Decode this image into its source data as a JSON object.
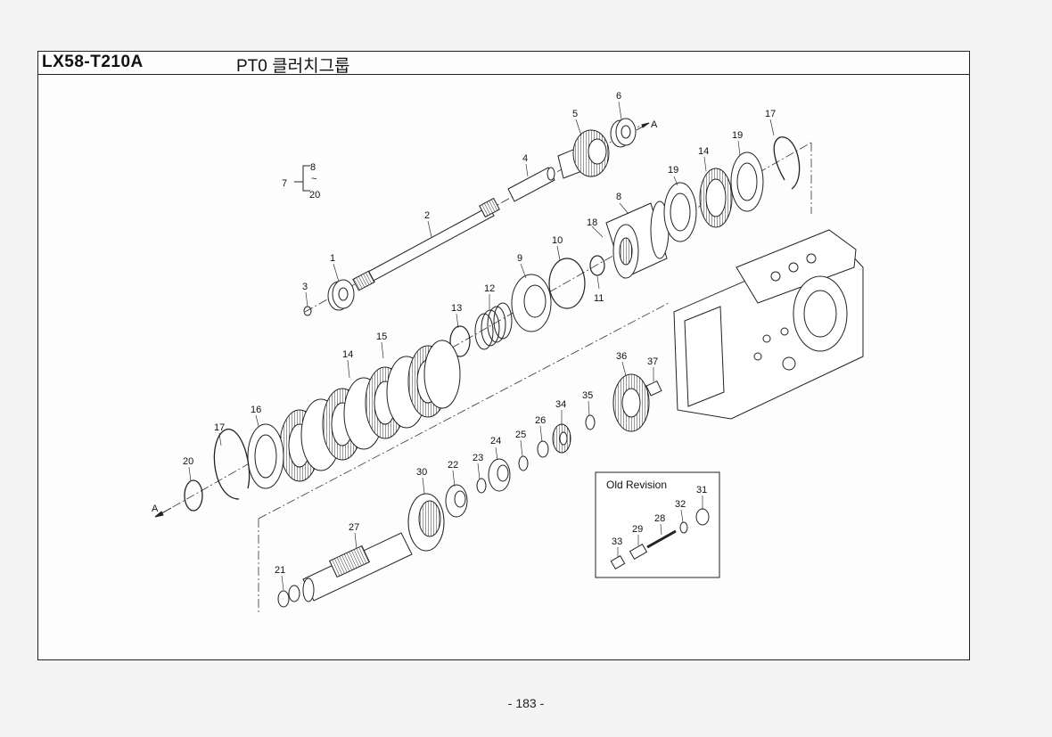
{
  "header": {
    "model": "LX58-T210A",
    "title": "PT0 클러치그룹"
  },
  "old_revision": {
    "title": "Old Revision"
  },
  "page": {
    "number": "- 183 -"
  },
  "group_bracket": {
    "ref": "7",
    "from": "8",
    "tilde": "~",
    "to": "20"
  },
  "arrow_marker": "A",
  "callouts": [
    "1",
    "2",
    "3",
    "4",
    "5",
    "6",
    "8",
    "9",
    "10",
    "11",
    "12",
    "13",
    "14",
    "14",
    "15",
    "16",
    "17",
    "17",
    "18",
    "19",
    "19",
    "20",
    "21",
    "22",
    "23",
    "24",
    "25",
    "26",
    "27",
    "28",
    "29",
    "30",
    "31",
    "32",
    "33",
    "34",
    "35",
    "36",
    "37"
  ]
}
